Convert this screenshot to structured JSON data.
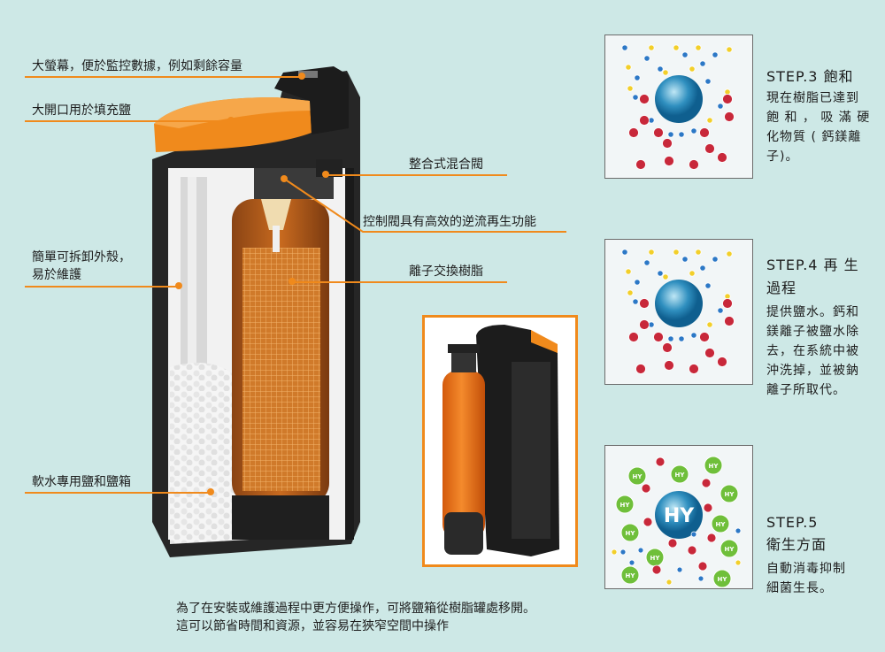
{
  "labels": {
    "screen": "大螢幕，便於監控數據，例如剩餘容量",
    "opening": "大開口用於填充鹽",
    "valve": "整合式混合閥",
    "backwash": "控制閥具有高效的逆流再生功能",
    "shell_line1": "簡單可拆卸外殼，",
    "shell_line2": "易於維護",
    "resin": "離子交換樹脂",
    "brine": "軟水專用鹽和鹽箱"
  },
  "caption": {
    "line1": "為了在安裝或維護過程中更方便操作，可將鹽箱從樹脂罐處移開。",
    "line2": "這可以節省時間和資源，並容易在狹窄空間中操作"
  },
  "steps": [
    {
      "title": "STEP.3 飽和",
      "body": "現在樹脂已達到\n飽 和 ， 吸 滿 硬\n化物質 ( 鈣鎂離\n子)。"
    },
    {
      "title_line1": "STEP.4  再 生",
      "title_line2": "過程",
      "body": "提供鹽水。鈣和\n鎂離子被鹽水除\n去，在系統中被\n沖洗掉，並被鈉\n離子所取代。"
    },
    {
      "title_line1": "STEP.5",
      "title_line2": "衛生方面",
      "body": "自動消毒抑制\n細菌生長。"
    }
  ],
  "hy_text": "HY",
  "colors": {
    "accent": "#f08a1c",
    "background": "#cde8e6",
    "unit_body": "#2b2b2b",
    "resin_tank": "#c86a1f"
  }
}
